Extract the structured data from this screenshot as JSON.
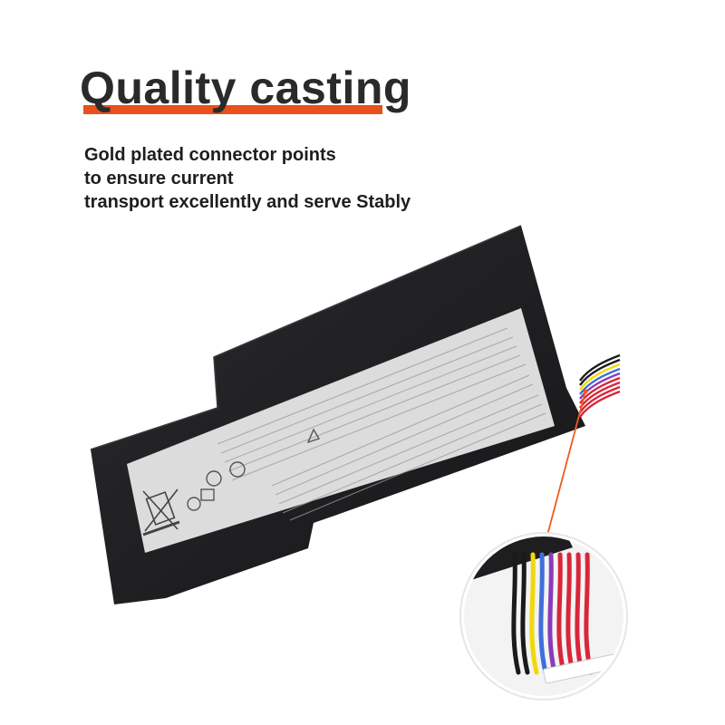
{
  "headline": {
    "text": "Quality casting",
    "underline_color": "#e8501c"
  },
  "description": {
    "lines": [
      "Gold plated connector points",
      "to ensure current",
      "transport excellently and serve Stably"
    ]
  },
  "product": {
    "body_color": "#1f1f22",
    "label_color": "#dcdcdc",
    "pointer_color": "#f05a1e",
    "wire_colors": [
      "#1a1a1a",
      "#1a1a1a",
      "#f2d80a",
      "#3f6fd8",
      "#8a3bb8",
      "#d8263a",
      "#d8263a",
      "#d8263a",
      "#d8263a"
    ]
  }
}
